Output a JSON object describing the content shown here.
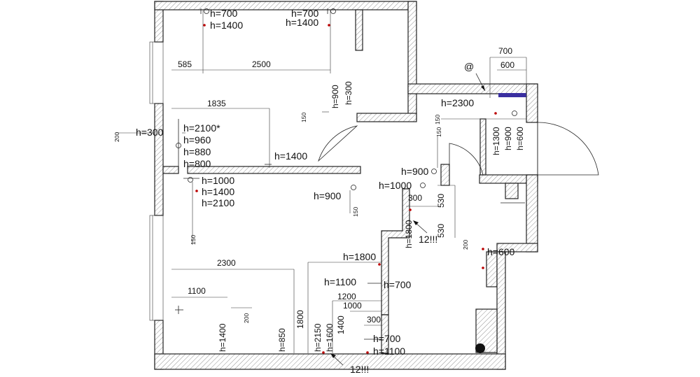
{
  "plan": {
    "dimensions": {
      "d585": "585",
      "d2500": "2500",
      "d1835": "1835",
      "d2300": "2300",
      "d1100": "1100",
      "d700": "700",
      "d600": "600",
      "d1200": "1200",
      "d1000": "1000",
      "d300a": "300",
      "d300b": "300",
      "d530a": "530",
      "d530b": "530",
      "d200a": "200",
      "d200b": "200",
      "d200c": "200",
      "d150a": "150",
      "d150b": "150",
      "d150c": "150",
      "d150d": "150",
      "d150e": "150",
      "d1800": "1800",
      "d850": "h=850"
    },
    "marks": {
      "at_sign": "@",
      "note_a": "12!!!",
      "note_b": "12!!!"
    },
    "heights": {
      "t1": "h=700",
      "t2": "h=1400",
      "t3": "h=700",
      "t4": "h=1400",
      "t5": "h=300",
      "t6": "h=2100*",
      "t7": "h=960",
      "t8": "h=880",
      "t9": "h=800",
      "t10": "h=1400",
      "t11": "h=1000",
      "t12": "h=1400",
      "t13": "h=2100",
      "t14": "h=900",
      "t15": "h=900",
      "t16": "h=300",
      "t17": "h=2300",
      "t18": "h=1300",
      "t19": "h=900",
      "t20": "h=600",
      "t21": "h=900",
      "t22": "h=1000",
      "t23": "h=1800",
      "t24": "h=1800",
      "t25": "h=1100",
      "t26": "h=700",
      "t27": "h=600",
      "t28": "h=1400",
      "t29": "h=2150",
      "t30": "h=1600",
      "t31": "1400",
      "t32": "h=700",
      "t33": "h=1100"
    }
  }
}
